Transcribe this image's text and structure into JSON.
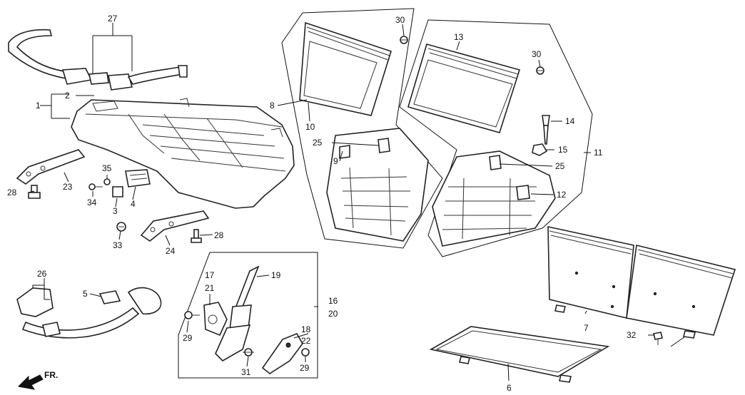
{
  "labels": {
    "l1": "1",
    "l2": "2",
    "l3": "3",
    "l4": "4",
    "l5": "5",
    "l6": "6",
    "l7": "7",
    "l8": "8",
    "l9": "9",
    "l10": "10",
    "l11": "11",
    "l12": "12",
    "l13": "13",
    "l14": "14",
    "l15": "15",
    "l16": "16",
    "l17": "17",
    "l18": "18",
    "l19": "19",
    "l20": "20",
    "l21": "21",
    "l22": "22",
    "l23": "23",
    "l24": "24",
    "l25a": "25",
    "l25b": "25",
    "l26": "26",
    "l27": "27",
    "l28a": "28",
    "l28b": "28",
    "l29a": "29",
    "l29b": "29",
    "l30a": "30",
    "l30b": "30",
    "l31": "31",
    "l32": "32",
    "l33": "33",
    "l34": "34",
    "l35": "35"
  },
  "direction": {
    "text": "FR."
  }
}
